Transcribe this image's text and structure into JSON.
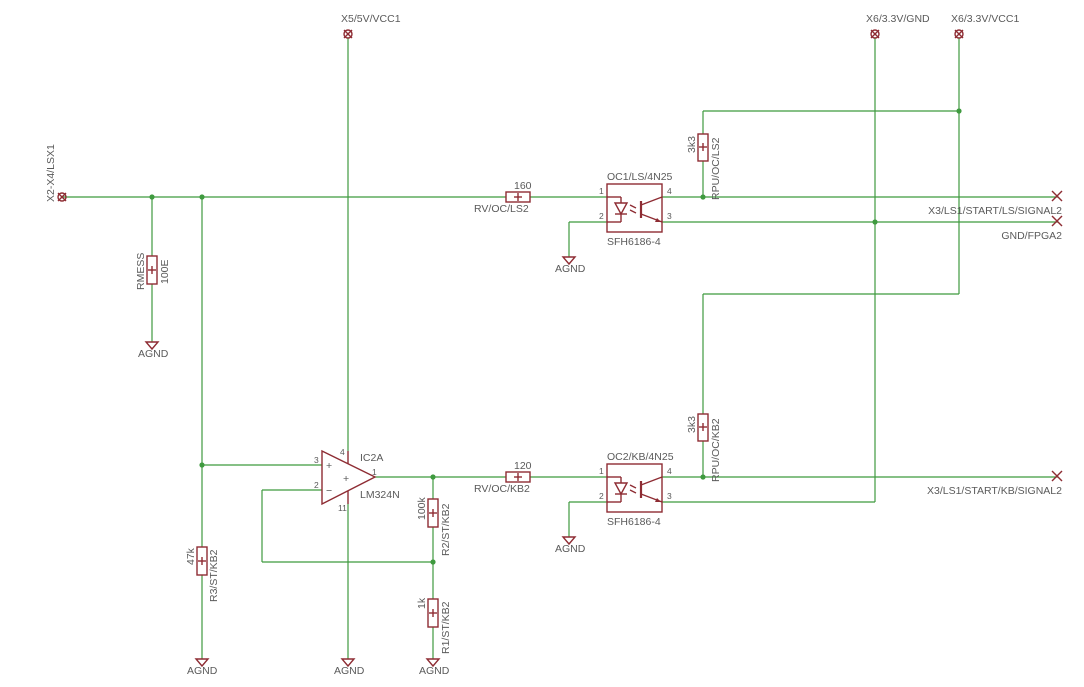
{
  "connectors": {
    "lsx1": "X2-X4/LSX1",
    "vcc5": "X5/5V/VCC1",
    "gnd33": "X6/3.3V/GND",
    "vcc33": "X6/3.3V/VCC1"
  },
  "outputs": {
    "ls_signal": "X3/LS1/START/LS/SIGNAL2",
    "gnd_fpga": "GND/FPGA2",
    "kb_signal": "X3/LS1/START/KB/SIGNAL2"
  },
  "ground_label": "AGND",
  "resistors": {
    "rmess_name": "RMESS",
    "rmess_value": "100E",
    "rv_ls_name": "RV/OC/LS2",
    "rv_ls_value": "160",
    "rv_kb_name": "RV/OC/KB2",
    "rv_kb_value": "120",
    "rpu_ls_name": "RPU/OC/LS2",
    "rpu_ls_value": "3k3",
    "rpu_kb_name": "RPU/OC/KB2",
    "rpu_kb_value": "3k3",
    "r3_name": "R3/ST/KB2",
    "r3_value": "47k",
    "r2_name": "R2/ST/KB2",
    "r2_value": "100k",
    "r1_name": "R1/ST/KB2",
    "r1_value": "1k"
  },
  "optocouplers": {
    "oc1_name": "OC1/LS/4N25",
    "oc1_type": "SFH6186-4",
    "oc2_name": "OC2/KB/4N25",
    "oc2_type": "SFH6186-4",
    "pin1": "1",
    "pin2": "2",
    "pin3": "3",
    "pin4": "4"
  },
  "opamp": {
    "name": "IC2A",
    "type": "LM324N",
    "pin_noninv": "3",
    "pin_inv": "2",
    "pin_out": "1",
    "pin_vcc": "4",
    "pin_gnd": "11",
    "plus_sign": "+",
    "minus_sign": "−"
  },
  "colors": {
    "wire": "#3f9a3f",
    "symbol": "#8e2c33",
    "text": "#5a5a5a"
  }
}
